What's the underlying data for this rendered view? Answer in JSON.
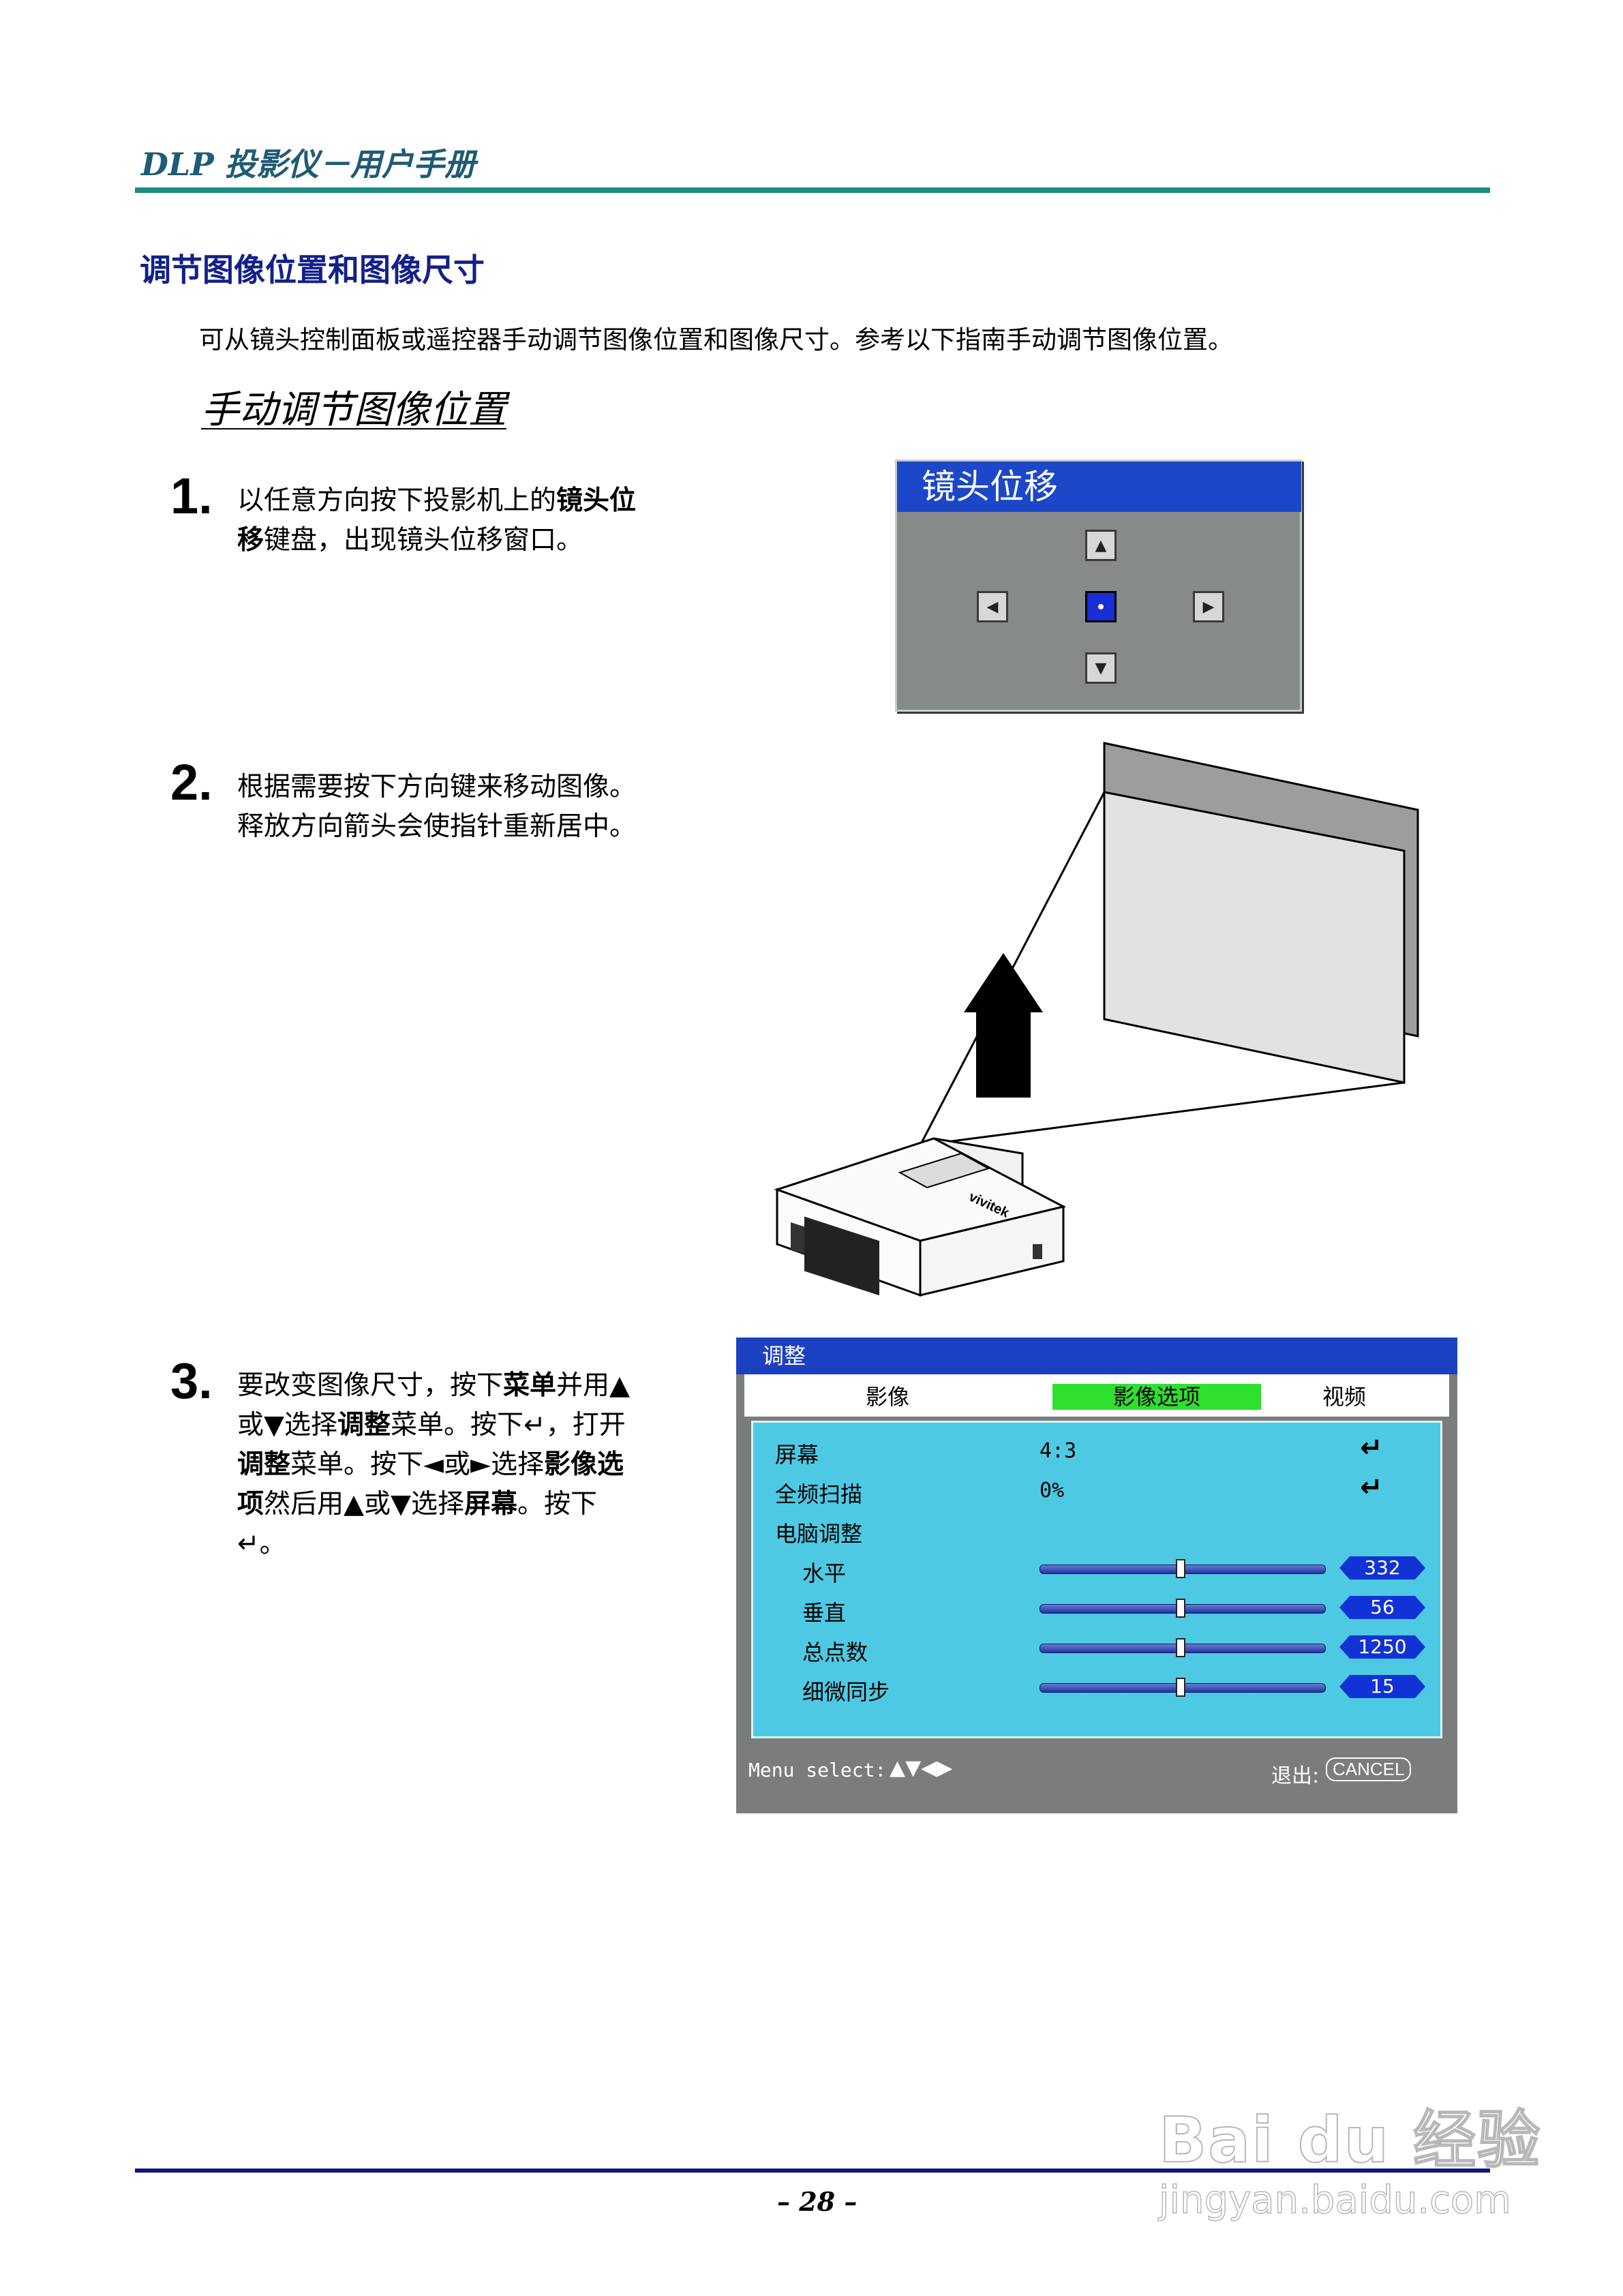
{
  "header": {
    "title": "DLP 投影仪－用户手册"
  },
  "section": {
    "title": "调节图像位置和图像尺寸",
    "intro": "可从镜头控制面板或遥控器手动调节图像位置和图像尺寸。参考以下指南手动调节图像位置。",
    "subheading": "手动调节图像位置"
  },
  "steps": [
    {
      "number": "1.",
      "line1": "以任意方向按下投影机上的",
      "bold1": "镜头位",
      "bold2": "移",
      "line2": "键盘，出现镜头位移窗口。"
    },
    {
      "number": "2.",
      "line1": "根据需要按下方向键来移动图像。",
      "line2": "释放方向箭头会使指针重新居中。"
    },
    {
      "number": "3.",
      "p1": "要改变图像尺寸，按下",
      "b1": "菜单",
      "p2": "并用▲",
      "p3": "或▼选择",
      "b2": "调整",
      "p4": "菜单。按下↵，打开",
      "b3": "调整",
      "p5": "菜单。按下◄或►选择",
      "b4": "影像选",
      "b5": "项",
      "p6": "然后用▲或▼选择",
      "b6": "屏幕",
      "p7": "。按下",
      "p8": "↵。"
    }
  ],
  "lens_window": {
    "title": "镜头位移"
  },
  "projector": {
    "brand": "vivitek"
  },
  "osd": {
    "title": "调整",
    "tabs": [
      "影像",
      "影像选项",
      "视频"
    ],
    "active_tab": 1,
    "rows": [
      {
        "label": "屏幕",
        "value": "4:3"
      },
      {
        "label": "全频扫描",
        "value": "0%"
      },
      {
        "label": "电脑调整"
      }
    ],
    "sliders": [
      {
        "label": "水平",
        "value": "332",
        "level": 0.5
      },
      {
        "label": "垂直",
        "value": "56",
        "level": 0.5
      },
      {
        "label": "总点数",
        "value": "1250",
        "level": 0.5
      },
      {
        "label": "细微同步",
        "value": "15",
        "level": 0.5
      }
    ],
    "footer_left": "Menu select:",
    "footer_arrows": "▲▼◀▶",
    "footer_exit": "退出:",
    "footer_cancel": "CANCEL"
  },
  "footer": {
    "page": "– 28 –"
  },
  "watermark": {
    "main": "Bai du 经验",
    "sub": "jingyan.baidu.com"
  },
  "colors": {
    "header_rule": "#1e8a84",
    "section_title": "#13208a",
    "osd_blue": "#1b40c2",
    "osd_body": "#4ec9e3",
    "osd_active_tab": "#2ee02e"
  }
}
